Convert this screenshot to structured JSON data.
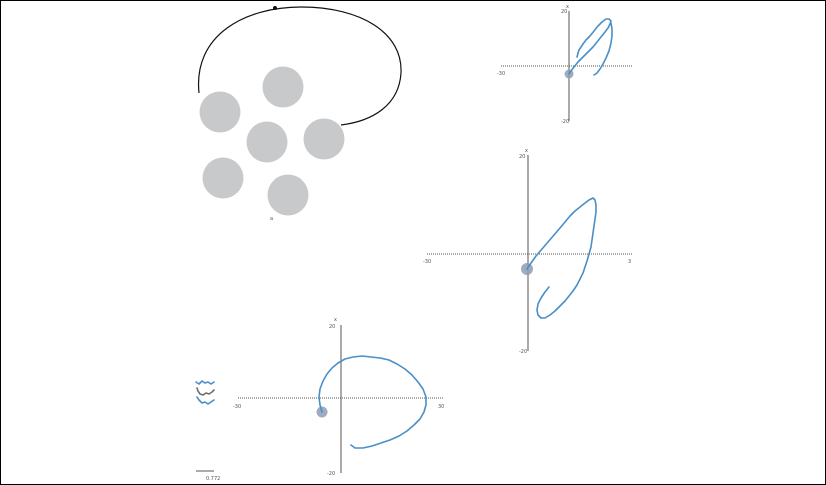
{
  "colors": {
    "background": "#ffffff",
    "blob": "#c8c9cb",
    "trace": "#4a8fc7",
    "marker": "#8e9db3",
    "loop": "#111111",
    "axis": "#555555"
  },
  "scene": {
    "loop_label": "a",
    "scale_bar_label": "0.772"
  },
  "plots": [
    {
      "id": "plot-top",
      "axis_label": "x",
      "x_min_label": "-30",
      "y_max_label": "20",
      "y_min_label": "-20",
      "x_max_label": ""
    },
    {
      "id": "plot-middle",
      "axis_label": "x",
      "x_min_label": "-30",
      "y_max_label": "20",
      "y_min_label": "-20",
      "x_max_label": "3"
    },
    {
      "id": "plot-bottom",
      "axis_label": "x",
      "x_min_label": "-30",
      "y_max_label": "20",
      "y_min_label": "-20",
      "x_max_label": "30"
    }
  ]
}
